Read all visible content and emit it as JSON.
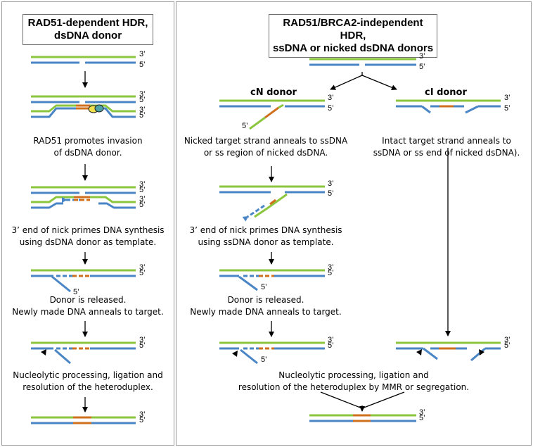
{
  "left_panel": {
    "title_line1": "RAD51-dependent HDR,",
    "title_line2": "dsDNA donor",
    "cap1_line1": "RAD51 promotes invasion",
    "cap1_line2": "of dsDNA donor.",
    "cap2_line1": "3’ end of nick primes DNA synthesis",
    "cap2_line2": "using dsDNA donor as template.",
    "cap3_line1": "Donor is released.",
    "cap3_line2": "Newly made DNA anneals to target.",
    "cap4_line1": "Nucleolytic processing, ligation and",
    "cap4_line2": "resolution of the heteroduplex."
  },
  "right_panel": {
    "title_line1": "RAD51/BRCA2-independent HDR,",
    "title_line2": "ssDNA or nicked dsDNA donors",
    "cn_label": "cN donor",
    "ci_label": "cI donor",
    "cn_cap1_line1": "Nicked target strand anneals to ssDNA",
    "cn_cap1_line2": "or ss region of nicked dsDNA.",
    "ci_cap1_line1": "Intact target strand anneals to",
    "ci_cap1_line2": "ssDNA or ss end of nicked dsDNA).",
    "cn_cap2_line1": "3’ end of nick primes DNA synthesis",
    "cn_cap2_line2": "using ssDNA donor as template.",
    "cn_cap3_line1": "Donor is released.",
    "cn_cap3_line2": "Newly made DNA anneals to target.",
    "final_cap_line1": "Nucleolytic processing, ligation and",
    "final_cap_line2": "resolution of the heteroduplex by MMR or segregation."
  },
  "end_labels": {
    "three_prime": "3’",
    "five_prime": "5’"
  },
  "colors": {
    "green_strand": "#8cc63f",
    "blue_strand": "#4a86c5",
    "orange_segment": "#d0701e",
    "rad51_yellow": "#f2e14c",
    "rad51_teal": "#4fa3a5",
    "arrow": "#000000",
    "panel_border": "#9a9a9a"
  }
}
